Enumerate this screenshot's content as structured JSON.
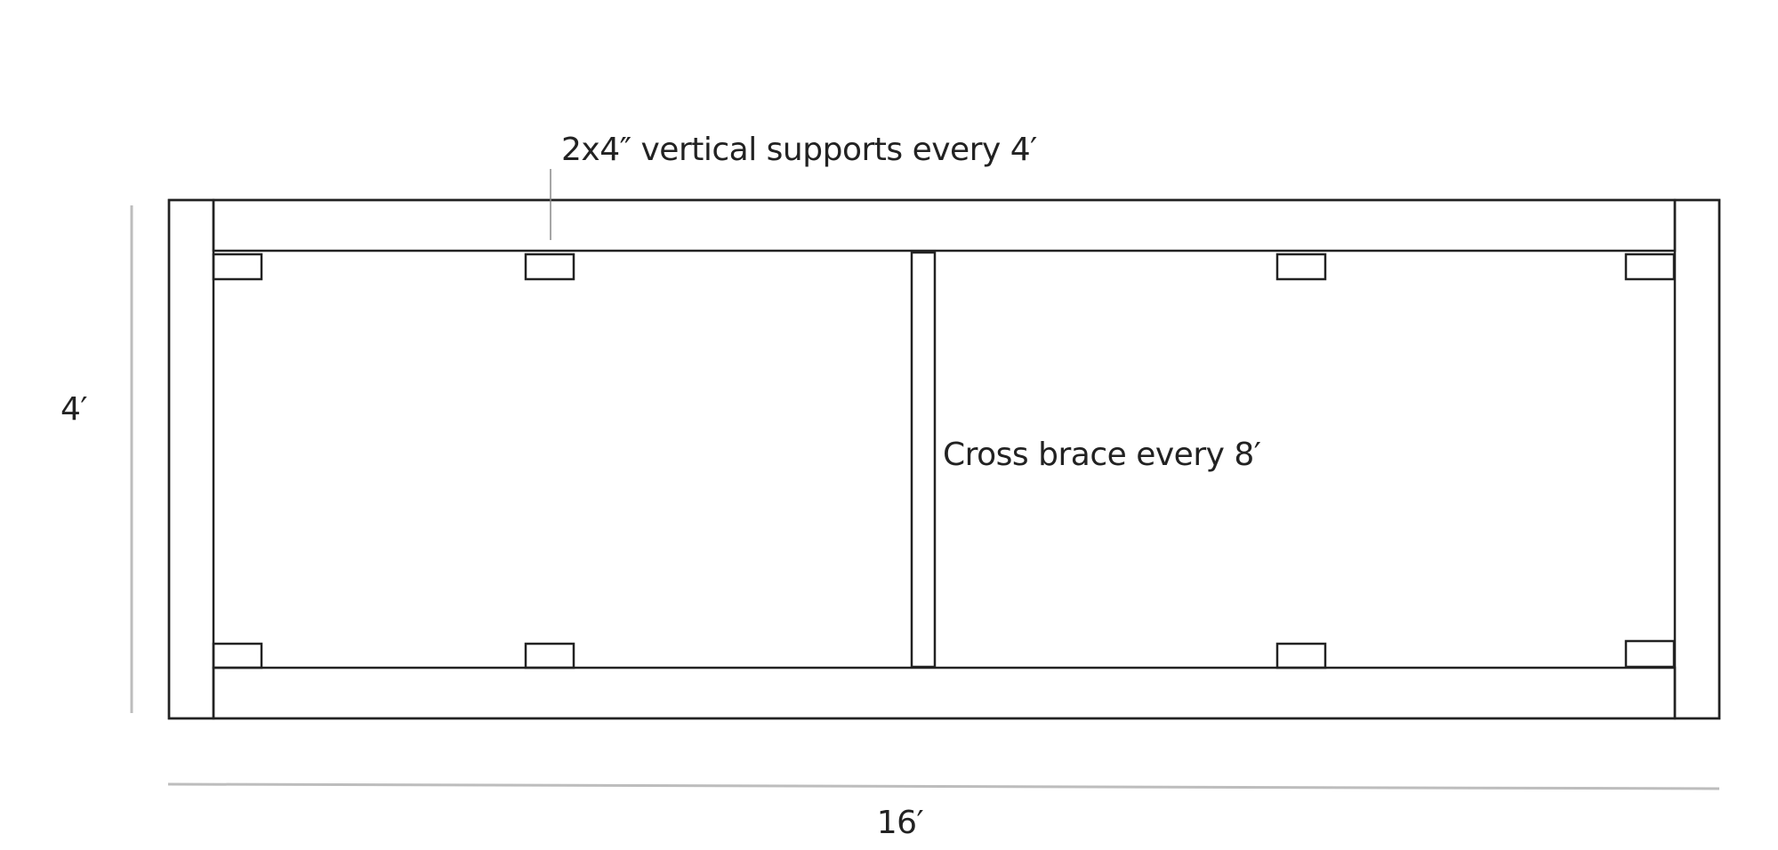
{
  "labels": {
    "supports": "2x4″ vertical supports every 4′",
    "cross_brace": "Cross brace every 8′",
    "height_dim": "4′",
    "width_dim": "16′"
  },
  "colors": {
    "line": "#222222",
    "dimension": "#bdbdbd",
    "background": "#ffffff"
  }
}
